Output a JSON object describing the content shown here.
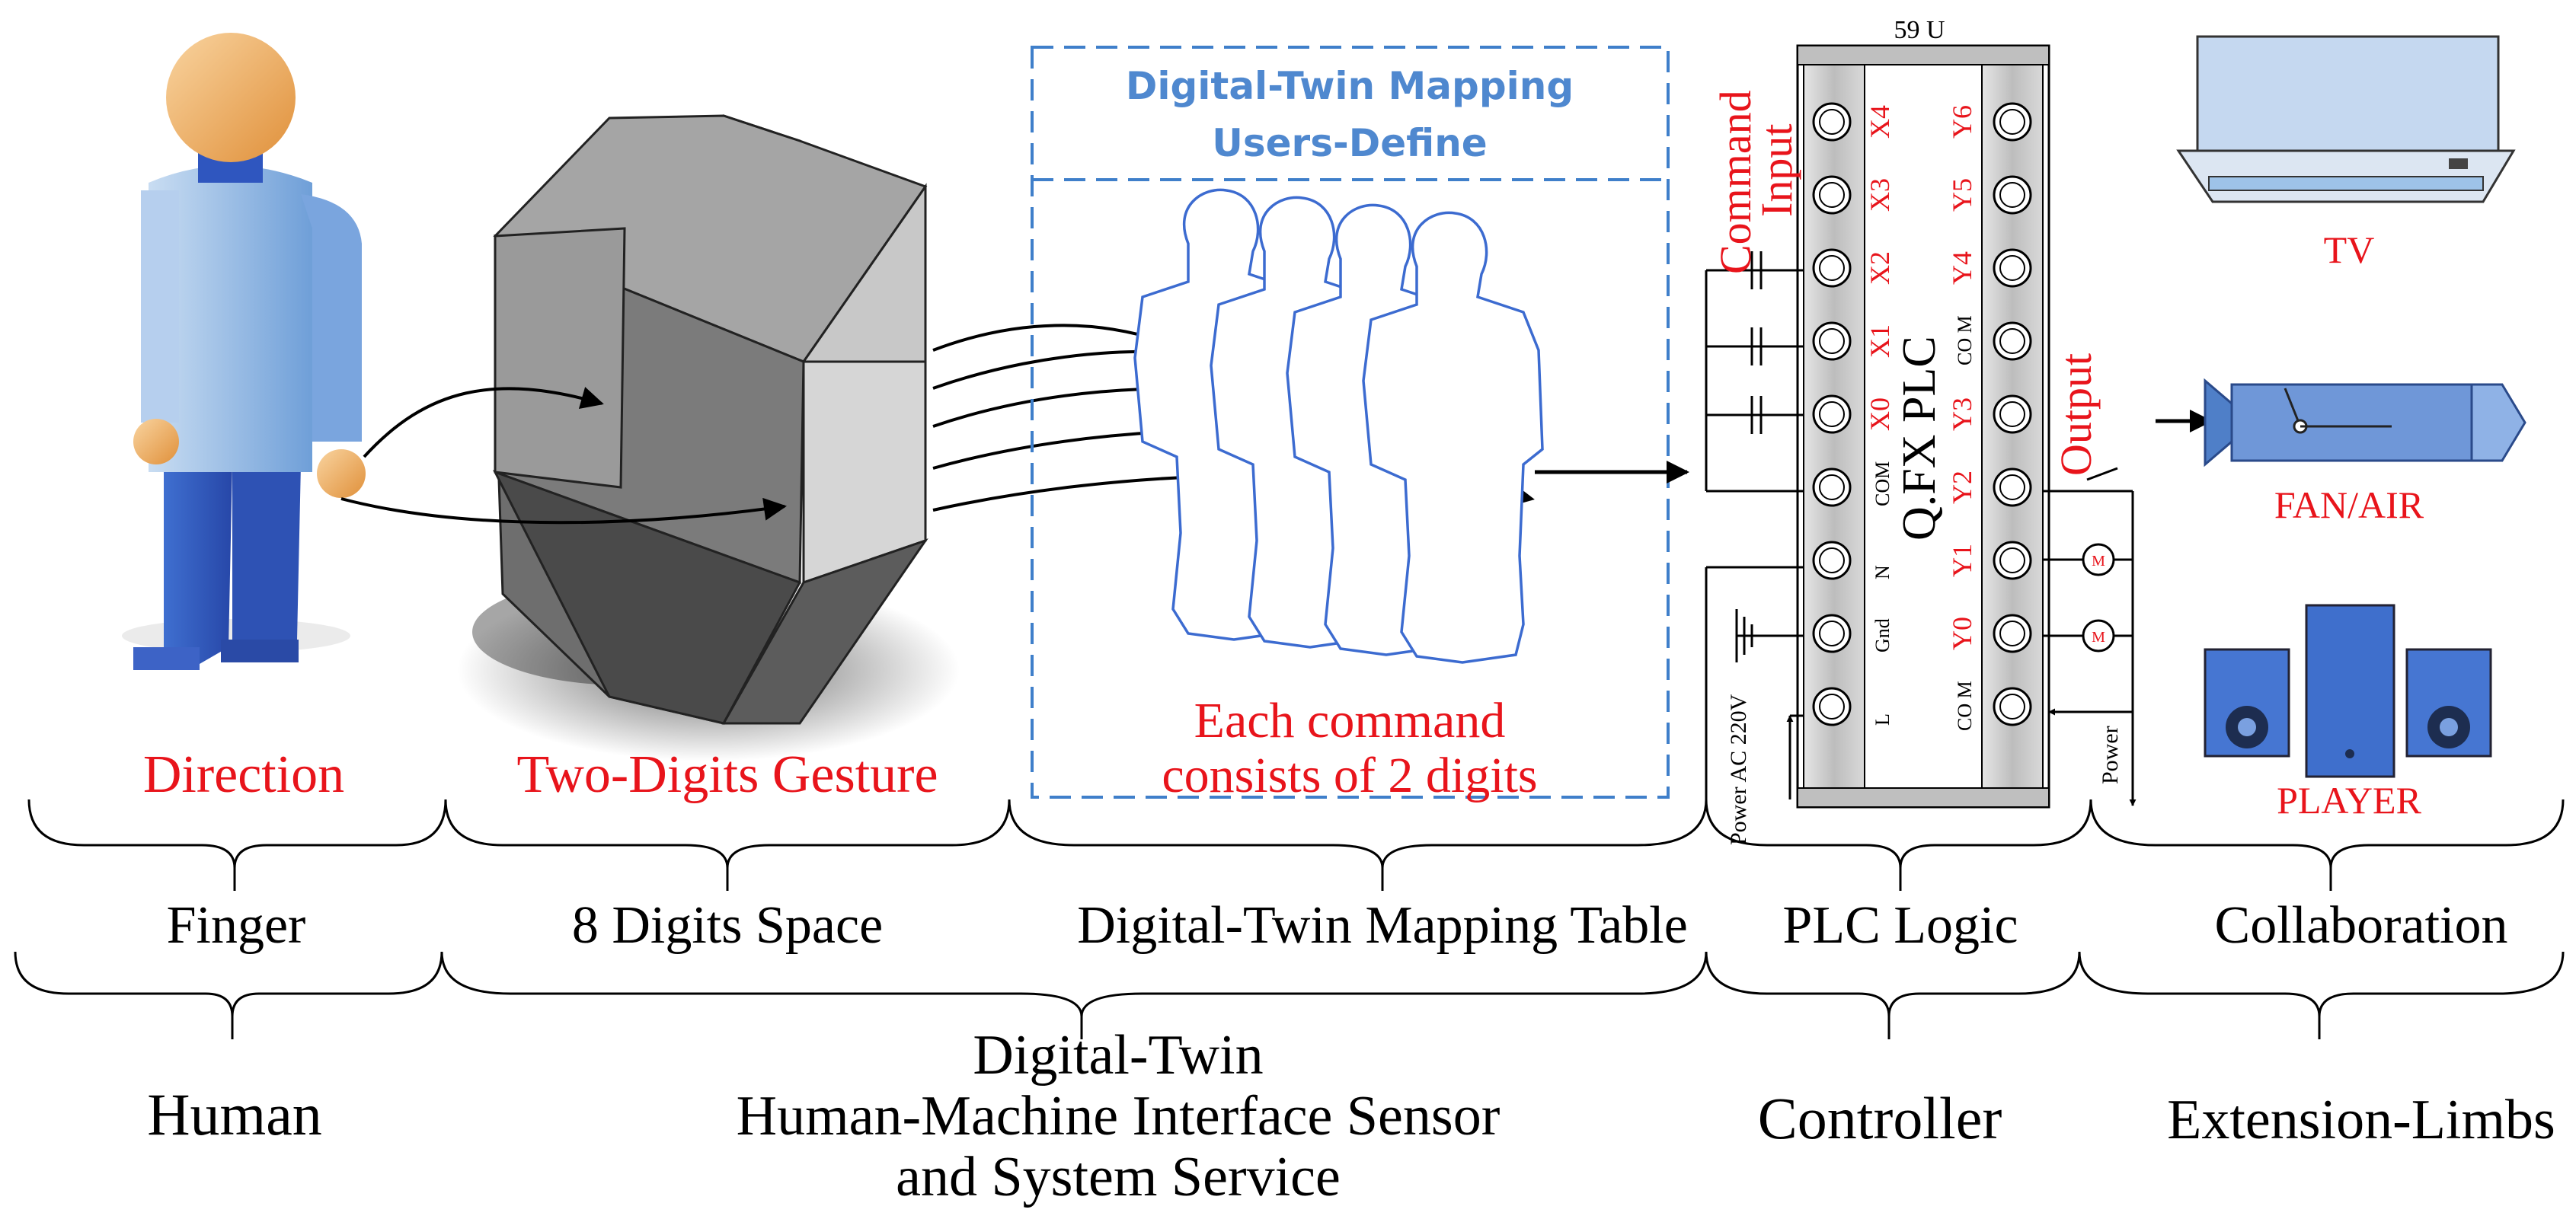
{
  "colors": {
    "accent_red": "#e8141b",
    "accent_blue": "#3f7fca",
    "line": "#000000",
    "panel_gray": "#cfcfcf",
    "device_blue": "#4f7fc8"
  },
  "human_figure": {
    "icon": "user-figure-icon"
  },
  "gesture_shape": {
    "icon": "octagon-prism-icon"
  },
  "mapping_box": {
    "title_line1": "Digital-Twin Mapping",
    "title_line2": "Users-Define",
    "note_line1": "Each command",
    "note_line2": "consists of 2 digits"
  },
  "plc": {
    "top_label": "59 U",
    "center_label": "Q.FX PLC",
    "command_input_line1": "Command",
    "command_input_line2": "Input",
    "output_label": "Output",
    "power_left_label": "Power AC 220V",
    "power_right_label": "Power",
    "motor_symbol": "M",
    "left_rows": [
      {
        "term": "",
        "addr": "X4"
      },
      {
        "term": "",
        "addr": "X3"
      },
      {
        "term": "",
        "addr": "X2"
      },
      {
        "term": "",
        "addr": "X1"
      },
      {
        "term": "",
        "addr": "X0"
      },
      {
        "term": "COM",
        "addr": ""
      },
      {
        "term": "N",
        "addr": ""
      },
      {
        "term": "Gnd",
        "addr": ""
      },
      {
        "term": "L",
        "addr": ""
      }
    ],
    "right_rows": [
      {
        "addr": "Y6",
        "term": ""
      },
      {
        "addr": "Y5",
        "term": ""
      },
      {
        "addr": "Y4",
        "term": ""
      },
      {
        "addr": "",
        "term": "CO M"
      },
      {
        "addr": "Y3",
        "term": ""
      },
      {
        "addr": "Y2",
        "term": ""
      },
      {
        "addr": "Y1",
        "term": ""
      },
      {
        "addr": "Y0",
        "term": ""
      },
      {
        "addr": "",
        "term": "CO M"
      }
    ]
  },
  "devices": {
    "tv_label": "TV",
    "fan_label": "FAN/AIR",
    "player_label": "PLAYER"
  },
  "level1": {
    "direction": "Direction",
    "gesture": "Two-Digits Gesture"
  },
  "level2": {
    "finger": "Finger",
    "digits_space": "8 Digits Space",
    "mapping_table": "Digital-Twin Mapping Table",
    "plc_logic": "PLC Logic",
    "collaboration": "Collaboration"
  },
  "level3": {
    "human": "Human",
    "dt_line1": "Digital-Twin",
    "dt_line2": "Human-Machine Interface Sensor",
    "dt_line3": "and System Service",
    "controller": "Controller",
    "extension": "Extension-Limbs"
  }
}
